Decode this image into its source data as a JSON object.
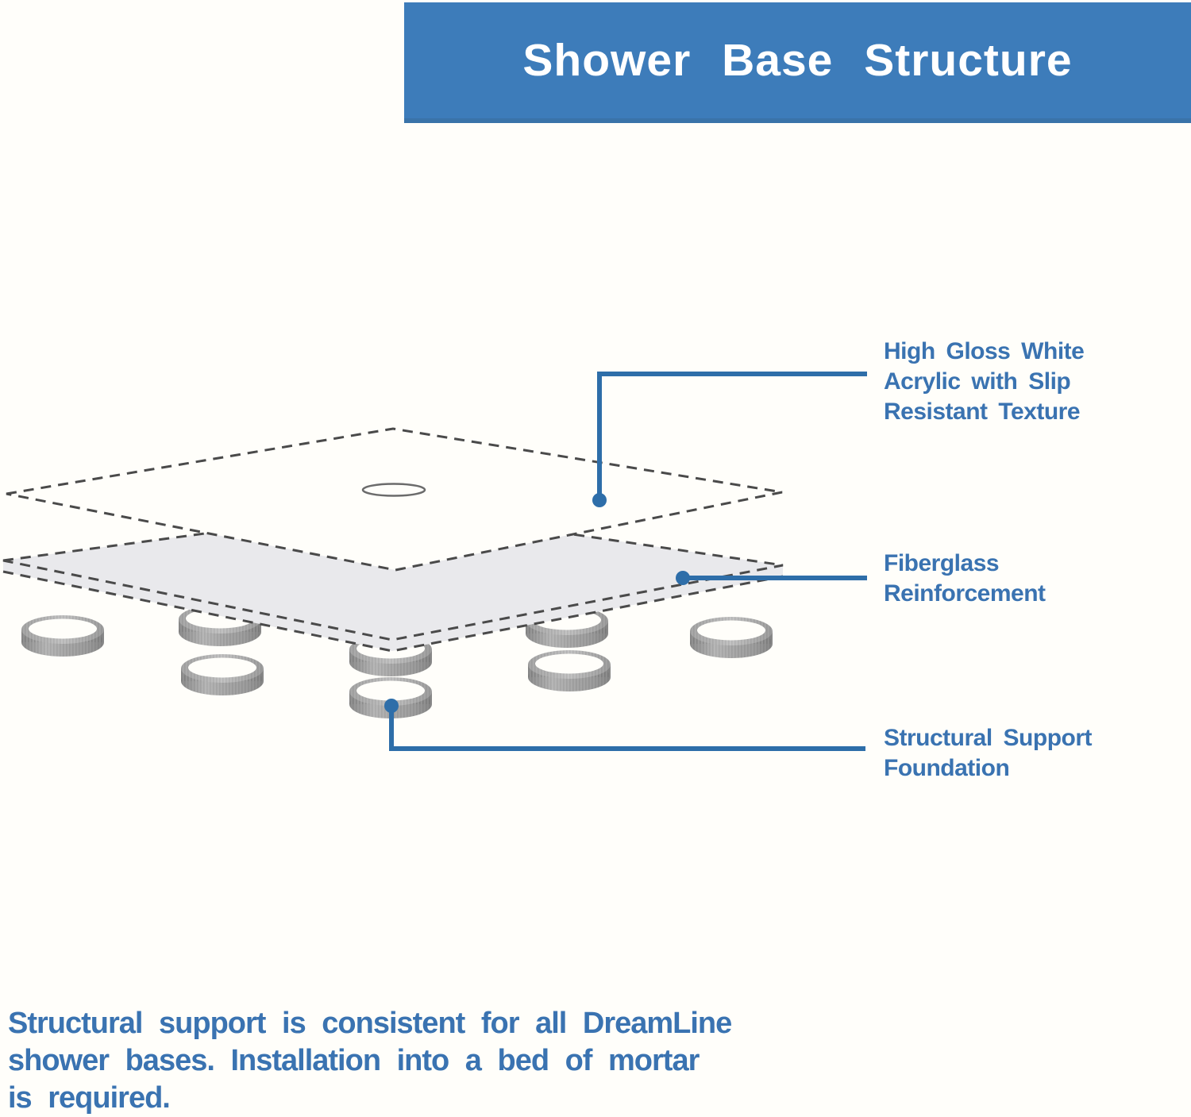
{
  "header": {
    "title": "Shower Base Structure"
  },
  "diagram": {
    "annotations": [
      {
        "id": "acrylic-layer",
        "lines": [
          "High Gloss White",
          "Acrylic with Slip",
          "Resistant Texture"
        ]
      },
      {
        "id": "fiberglass-layer",
        "lines": [
          "Fiberglass",
          "Reinforcement"
        ]
      },
      {
        "id": "support-foundation",
        "lines": [
          "Structural Support",
          "Foundation"
        ]
      }
    ]
  },
  "footer": {
    "lines": [
      "Structural support is consistent for all DreamLine",
      "shower bases. Installation into a bed of mortar",
      "is required."
    ]
  },
  "colors": {
    "banner_blue": "#3d7cba",
    "label_blue": "#3a73b1",
    "pointer_blue": "#2e6ea9",
    "dash_gray": "#4a4a4a",
    "slab_gray": "#e9e9ec",
    "ring_gray": "#a3a3a3"
  }
}
